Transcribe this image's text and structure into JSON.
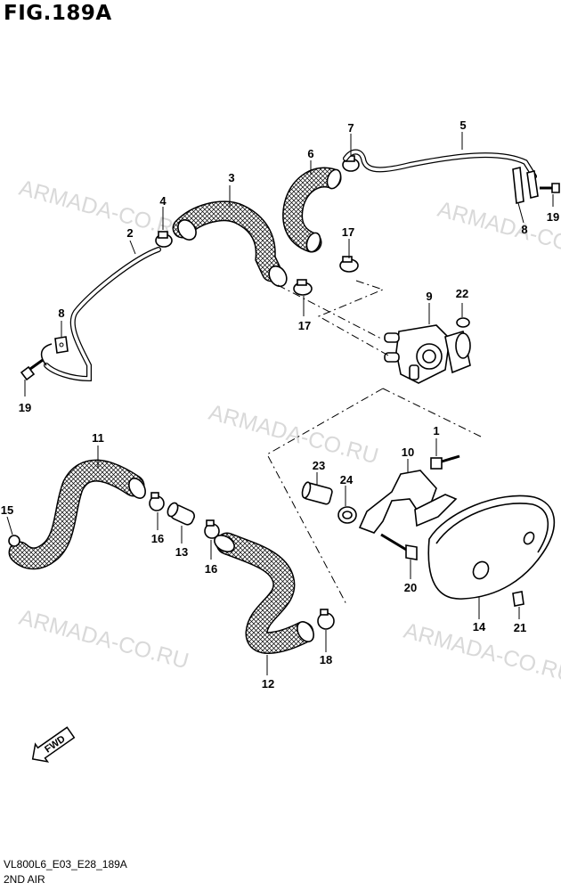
{
  "figure": {
    "title": "FIG.189A",
    "code": "VL800L6_E03_E28_189A",
    "name": "2ND AIR"
  },
  "watermark": "ARMADA-CO.RU",
  "fwd_label": "FWD",
  "callouts": [
    "1",
    "2",
    "3",
    "4",
    "5",
    "6",
    "7",
    "8",
    "8",
    "9",
    "10",
    "11",
    "12",
    "13",
    "14",
    "15",
    "16",
    "16",
    "17",
    "17",
    "18",
    "19",
    "19",
    "20",
    "21",
    "22",
    "23",
    "24"
  ]
}
